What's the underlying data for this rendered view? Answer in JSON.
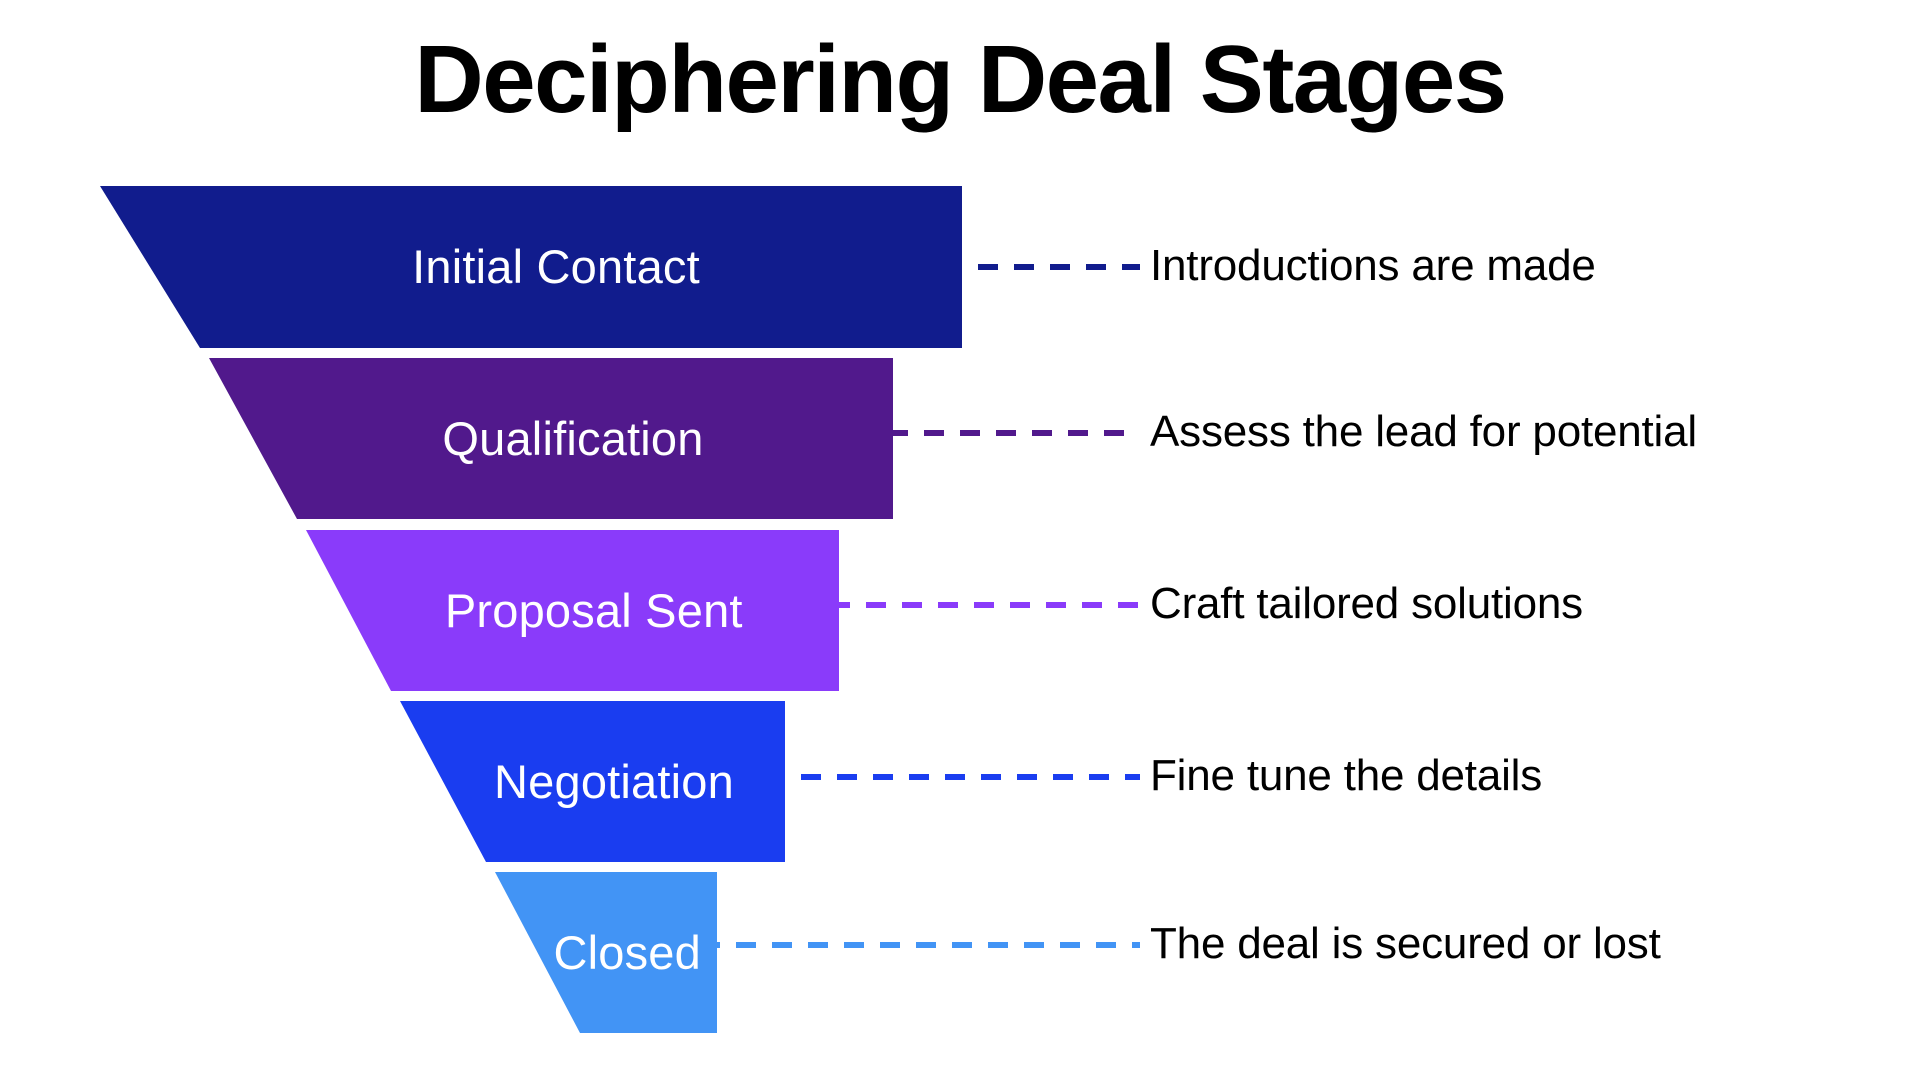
{
  "title": "Deciphering Deal Stages",
  "background_color": "#FFFFFF",
  "title_color": "#000000",
  "description_color": "#000000",
  "label_color": "#FFFFFF",
  "chart_data": {
    "type": "funnel",
    "title": "Deciphering Deal Stages",
    "orientation": "vertical",
    "direction": "narrowing-down",
    "stage_count": 5,
    "categories": [
      "Initial Contact",
      "Qualification",
      "Proposal Sent",
      "Negotiation",
      "Closed"
    ],
    "annotations": [
      "Introductions are made",
      "Assess the lead for potential",
      "Craft tailored solutions",
      "Fine tune the details",
      "The deal is secured or lost"
    ],
    "colors": [
      "#111C8D",
      "#51198C",
      "#8A3BFA",
      "#1A3DF0",
      "#4294F5"
    ],
    "relative_widths": [
      1.0,
      0.84,
      0.68,
      0.52,
      0.37
    ],
    "stages": [
      {
        "label": "Initial Contact",
        "description": "Introductions are made",
        "color": "#111C8D",
        "relative_width": 1.0,
        "order": 1
      },
      {
        "label": "Qualification",
        "description": "Assess the lead for potential",
        "color": "#51198C",
        "relative_width": 0.84,
        "order": 2
      },
      {
        "label": "Proposal Sent",
        "description": "Craft tailored solutions",
        "color": "#8A3BFA",
        "relative_width": 0.68,
        "order": 3
      },
      {
        "label": "Negotiation",
        "description": "Fine tune the details",
        "color": "#1A3DF0",
        "relative_width": 0.52,
        "order": 4
      },
      {
        "label": "Closed",
        "description": "The deal is secured or lost",
        "color": "#4294F5",
        "relative_width": 0.37,
        "order": 5
      }
    ],
    "legend": null,
    "grid": false,
    "xlabel": "",
    "ylabel": ""
  },
  "funnel": {
    "stages": [
      {
        "label": "Initial Contact",
        "description": "Introductions are made",
        "color": "#111C8D"
      },
      {
        "label": "Qualification",
        "description": "Assess the lead for potential",
        "color": "#51198C"
      },
      {
        "label": "Proposal Sent",
        "description": "Craft tailored solutions",
        "color": "#8A3BFA"
      },
      {
        "label": "Negotiation",
        "description": "Fine tune the details",
        "color": "#1A3DF0"
      },
      {
        "label": "Closed",
        "description": "The deal is secured or lost",
        "color": "#4294F5"
      }
    ]
  }
}
